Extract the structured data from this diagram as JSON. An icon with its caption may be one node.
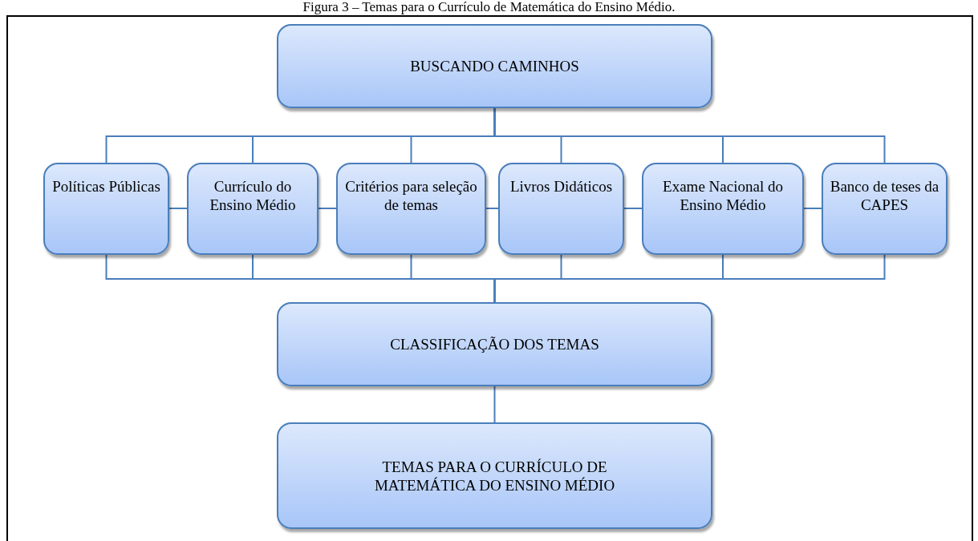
{
  "diagram": {
    "title": "Figura 3 – Temas para o Currículo de Matemática do Ensino Médio.",
    "nodes": [
      {
        "text": [
          "BUSCANDO CAMINHOS"
        ]
      },
      {
        "text": [
          "Políticas Públicas"
        ]
      },
      {
        "text": [
          "Currículo do Ensino Médio"
        ]
      },
      {
        "text": [
          "Critérios para seleção de temas"
        ]
      },
      {
        "text": [
          "Livros Didáticos"
        ]
      },
      {
        "text": [
          "Exame Nacional do Ensino Médio"
        ]
      },
      {
        "text": [
          "Banco de teses da CAPES"
        ]
      },
      {
        "text": [
          "CLASSIFICAÇÃO DOS TEMAS"
        ]
      },
      {
        "text": [
          "TEMAS PARA O CURRÍCULO DE MATEMÁTICA DO ENSINO MÉDIO"
        ]
      }
    ],
    "edges": [
      {
        "from": 0,
        "to": 1,
        "arrow": "none"
      },
      {
        "from": 0,
        "to": 2,
        "arrow": "none"
      },
      {
        "from": 0,
        "to": 3,
        "arrow": "none"
      },
      {
        "from": 0,
        "to": 4,
        "arrow": "none"
      },
      {
        "from": 0,
        "to": 5,
        "arrow": "none"
      },
      {
        "from": 0,
        "to": 6,
        "arrow": "none"
      },
      {
        "from": 1,
        "to": 2,
        "arrow": "none"
      },
      {
        "from": 2,
        "to": 3,
        "arrow": "none"
      },
      {
        "from": 3,
        "to": 4,
        "arrow": "none"
      },
      {
        "from": 4,
        "to": 5,
        "arrow": "none"
      },
      {
        "from": 5,
        "to": 6,
        "arrow": "none"
      },
      {
        "from": 1,
        "to": 7,
        "arrow": "none"
      },
      {
        "from": 2,
        "to": 7,
        "arrow": "none"
      },
      {
        "from": 3,
        "to": 7,
        "arrow": "none"
      },
      {
        "from": 4,
        "to": 7,
        "arrow": "none"
      },
      {
        "from": 5,
        "to": 7,
        "arrow": "none"
      },
      {
        "from": 6,
        "to": 7,
        "arrow": "none"
      },
      {
        "from": 7,
        "to": 8,
        "arrow": "none"
      }
    ]
  }
}
